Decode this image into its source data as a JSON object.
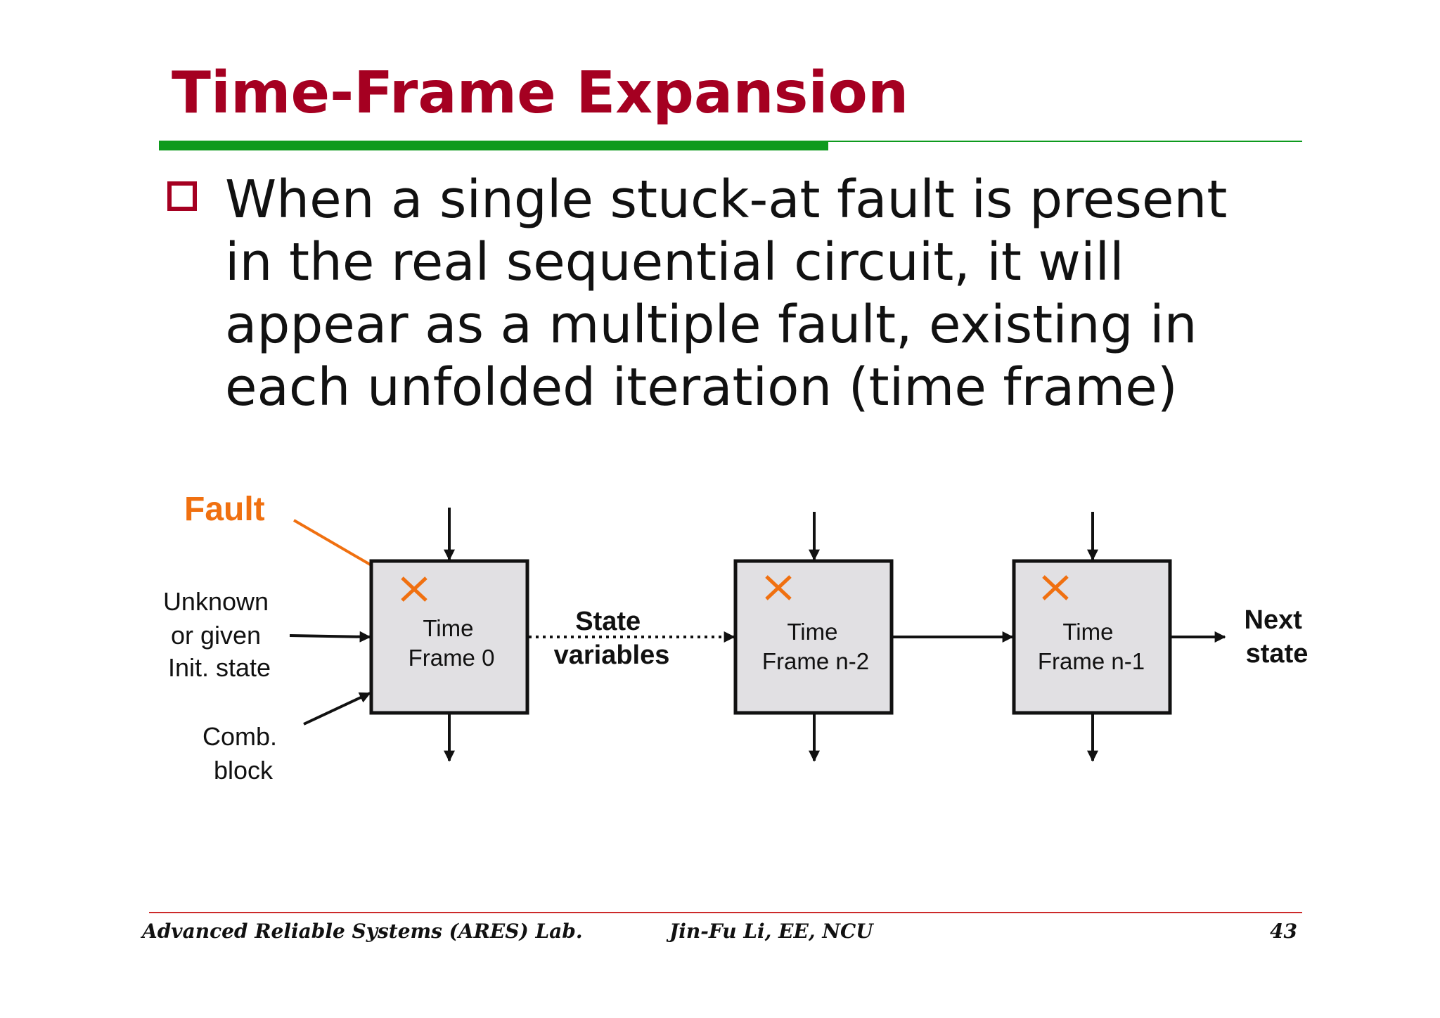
{
  "slide": {
    "title": "Time-Frame Expansion",
    "bullet_lines": [
      "When a single stuck-at fault is present",
      "in the real sequential circuit, it will",
      "appear as a multiple fault, existing in",
      "each unfolded iteration (time frame)"
    ]
  },
  "diagram": {
    "fault_label": "Fault",
    "init_state_lines": [
      "Unknown",
      "or given",
      "Init. state"
    ],
    "comb_block_lines": [
      "Comb.",
      "block"
    ],
    "state_variables_lines": [
      "State",
      "variables"
    ],
    "next_state_lines": [
      "Next",
      "state"
    ],
    "frames": [
      {
        "lines": [
          "Time",
          "Frame 0"
        ]
      },
      {
        "lines": [
          "Time",
          "Frame n-2"
        ]
      },
      {
        "lines": [
          "Time",
          "Frame n-1"
        ]
      }
    ],
    "colors": {
      "fault": "#f07010",
      "box_fill": "#e1e0e3",
      "title": "#a50021",
      "rule": "#0e9a1d"
    }
  },
  "footer": {
    "left": "Advanced Reliable Systems (ARES) Lab.",
    "center": "Jin-Fu Li, EE, NCU",
    "page_number": "43"
  }
}
